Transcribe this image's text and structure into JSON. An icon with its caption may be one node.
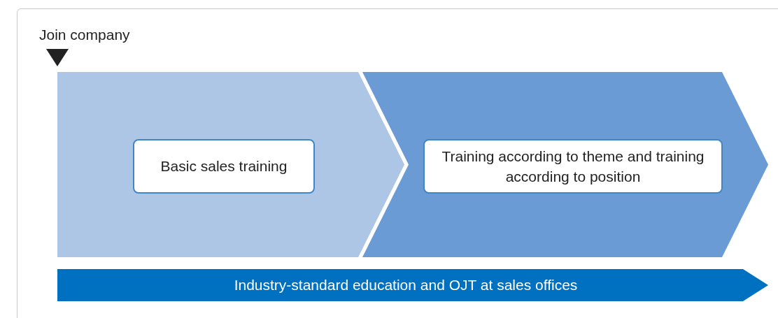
{
  "diagram": {
    "nodes": [
      {
        "text": [],
        "shape": "chevron"
      },
      {
        "text": [
          "Basic sales training"
        ],
        "in": 0
      },
      {
        "text": [],
        "shape": "chevron"
      },
      {
        "text": [
          "Training according to theme and training according to position"
        ],
        "in": 2
      },
      {
        "text": [
          "Industry-standard education and OJT at sales offices"
        ]
      }
    ],
    "labels": [
      "Join company"
    ]
  }
}
